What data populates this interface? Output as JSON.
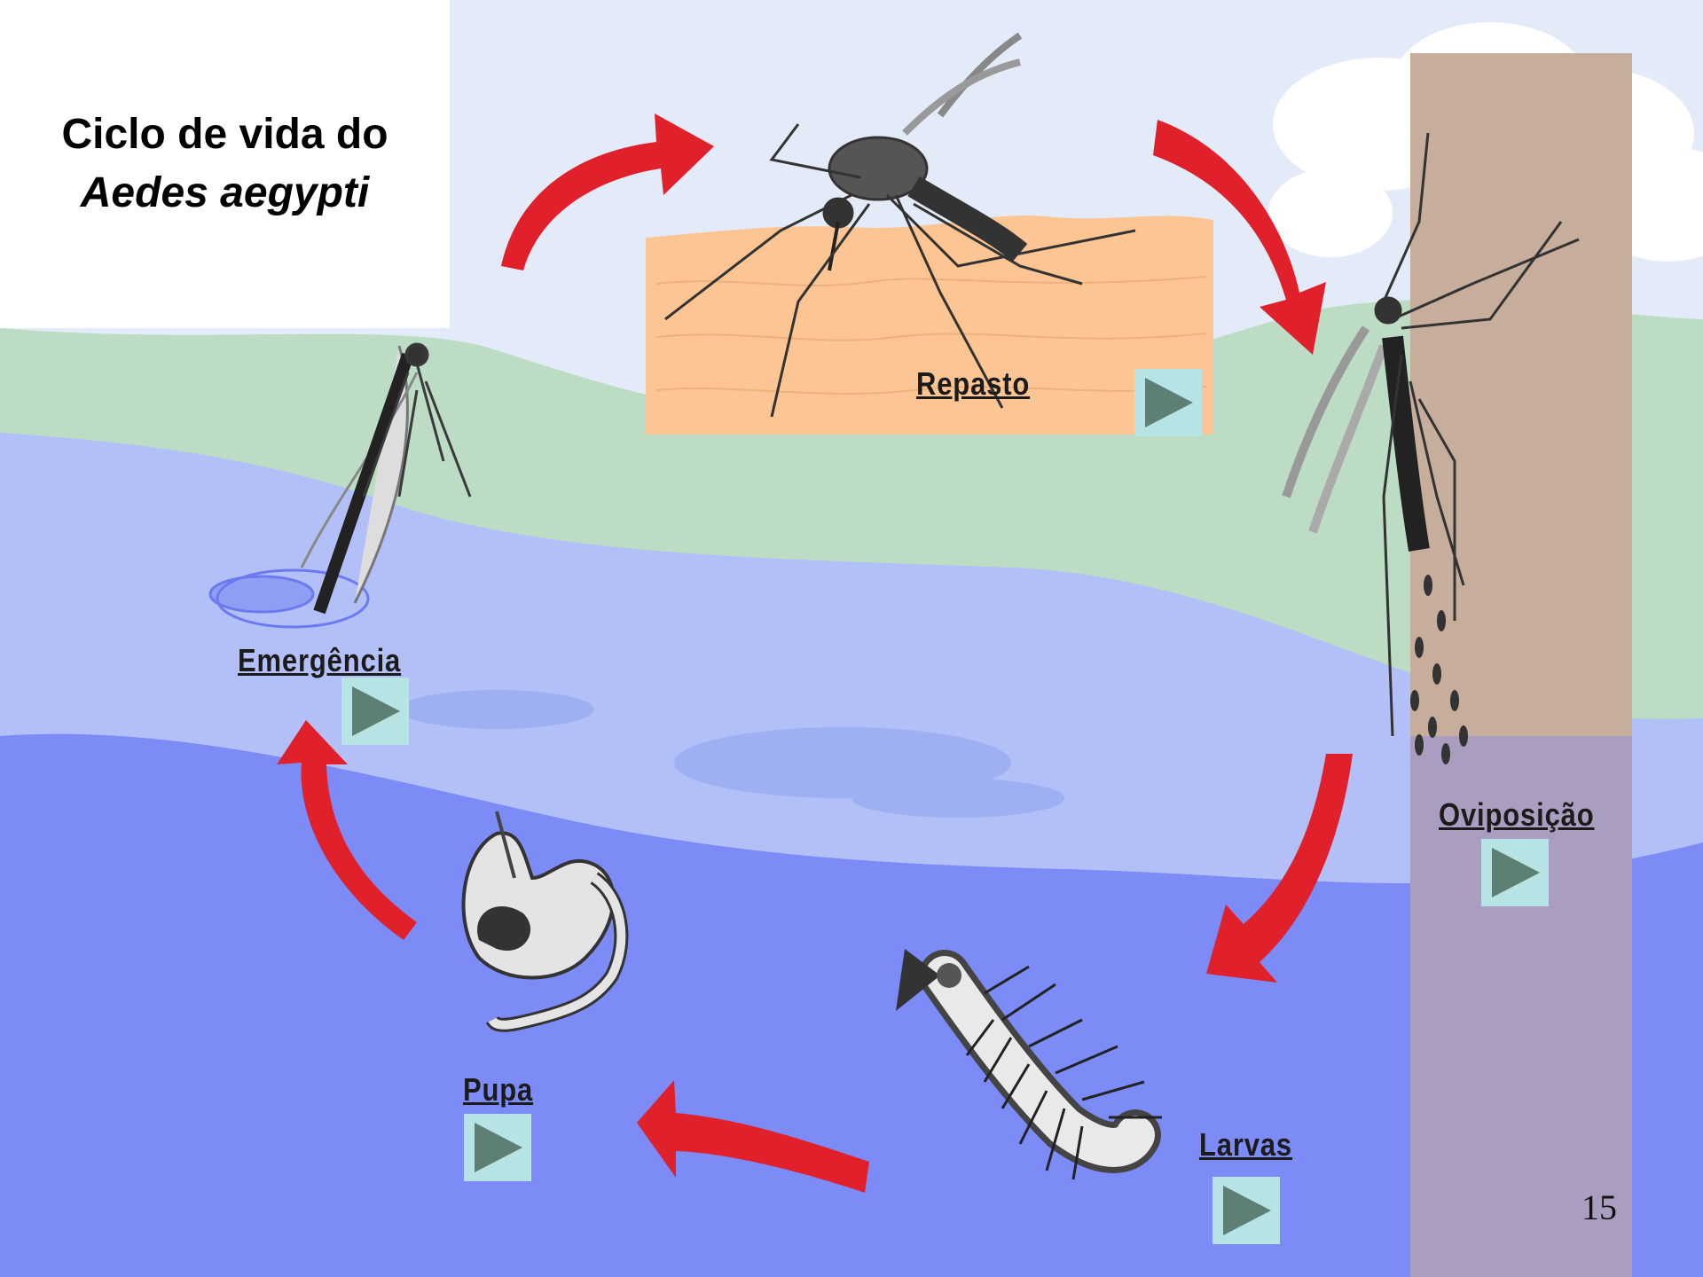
{
  "title": {
    "line1": "Ciclo de vida do",
    "line2": "Aedes aegypti"
  },
  "stages": {
    "repasto": "Repasto",
    "oviposicao": "Oviposição",
    "larvas": "Larvas",
    "pupa": "Pupa",
    "emergencia": "Emergência"
  },
  "page_number": "15",
  "colors": {
    "sky": "#e3ebf8",
    "hill": "#bcdcc4",
    "water_light": "#b3c0f7",
    "water_deep": "#7c8bf6",
    "arrow": "#e0202a",
    "skin": "#fdc593",
    "post": "#c6ad9c",
    "play_button": "#b6e3e4",
    "play_triangle": "#5e7f73"
  },
  "icons": [
    "play-icon",
    "mosquito-icon",
    "larva-icon",
    "pupa-icon",
    "eggs-icon",
    "cycle-arrow-icon"
  ]
}
